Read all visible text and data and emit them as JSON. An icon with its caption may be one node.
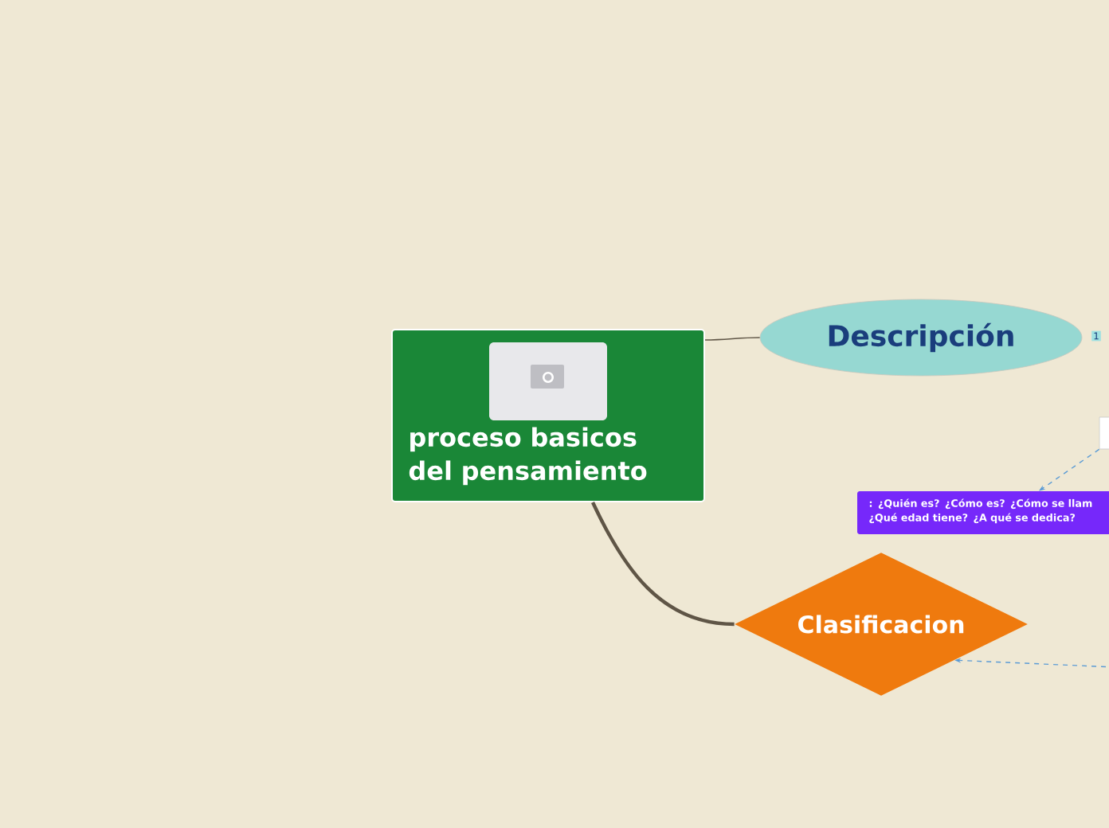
{
  "diagram": {
    "nodes": [
      {
        "text": [
          "proceso basicos del pensamiento"
        ]
      },
      {
        "text": [
          "Descripción"
        ]
      },
      {
        "text": [],
        "shape": "box"
      },
      {
        "text": [
          ": ¿Quién es? ¿Cómo es? ¿Cómo se llam ¿Qué edad tiene? ¿A qué se dedica?"
        ]
      },
      {
        "text": [
          "Clasificacion"
        ]
      }
    ],
    "edges": [
      {
        "from": 0,
        "to": 1,
        "arrow": "none"
      },
      {
        "from": 0,
        "to": 4,
        "arrow": "none",
        "style": "thick"
      },
      {
        "from": 2,
        "to": 3,
        "arrow": "to",
        "style": "dashed",
        "color": "#5b9bd5"
      },
      {
        "from": null,
        "to": 4,
        "arrow": "to",
        "style": "dashed",
        "color": "#5b9bd5"
      }
    ],
    "labels": [
      "1"
    ]
  }
}
